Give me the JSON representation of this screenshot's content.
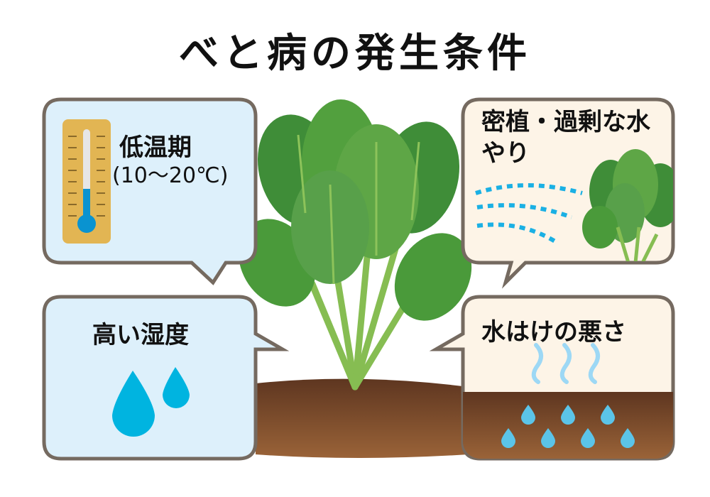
{
  "title": "べと病の発生条件",
  "panels": {
    "low_temp": {
      "label": "低温期",
      "sub": "(10〜20℃)",
      "icon": "thermometer-icon"
    },
    "dense": {
      "label": "密植・過剰な水やり",
      "icon": "spinach-icon"
    },
    "humidity": {
      "label": "高い湿度",
      "icon": "water-drop-icon"
    },
    "drainage": {
      "label": "水はけの悪さ",
      "icon": "soil-icon"
    }
  },
  "colors": {
    "border": "#756a60",
    "blue_panel": "#ddf0fb",
    "cream_panel": "#fdf4e7",
    "water": "#00b4e0",
    "soil": "#6e4429",
    "leaf": "#4a9a3a"
  }
}
